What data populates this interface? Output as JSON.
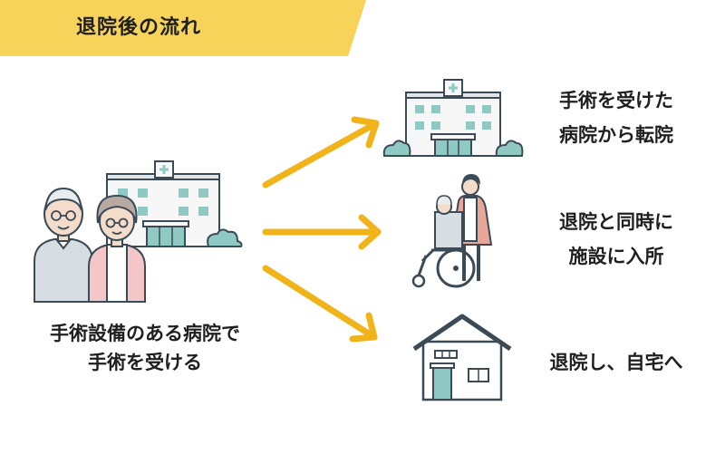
{
  "header": {
    "title": "退院後の流れ"
  },
  "source": {
    "label_lines": [
      "手術設備のある病院で",
      "手術を受ける"
    ],
    "icons": [
      "elderly-couple-icon",
      "hospital-icon"
    ]
  },
  "destinations": [
    {
      "label_lines": [
        "手術を受けた",
        "病院から転院"
      ],
      "icon": "hospital-icon"
    },
    {
      "label_lines": [
        "退院と同時に",
        "施設に入所"
      ],
      "icon": "caregiver-wheelchair-icon"
    },
    {
      "label_lines": [
        "退院し、自宅へ"
      ],
      "icon": "house-icon"
    }
  ],
  "colors": {
    "banner": "#f7d35a",
    "arrow": "#f0b41a",
    "hospital_wall": "#f7f7f7",
    "hospital_outline": "#3b4a57",
    "window": "#8fc9c3"
  }
}
